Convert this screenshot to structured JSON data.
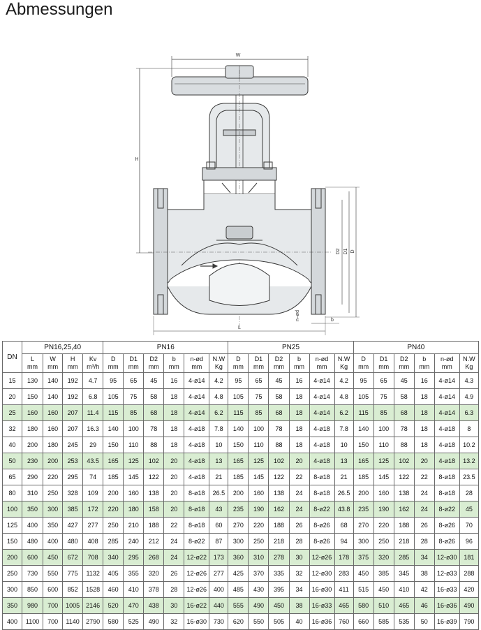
{
  "page": {
    "title": "Abmessungen"
  },
  "drawing": {
    "labels": {
      "w": "W",
      "h": "H",
      "d": "D",
      "d1": "D1",
      "d2": "D2",
      "l": "L",
      "b": "b",
      "nd": "n–ød"
    }
  },
  "table": {
    "dn_header": "DN",
    "groups": [
      "PN16,25,40",
      "PN16",
      "PN25",
      "PN40"
    ],
    "sub_headers": {
      "common": [
        {
          "name": "L",
          "unit": "mm"
        },
        {
          "name": "W",
          "unit": "mm"
        },
        {
          "name": "H",
          "unit": "mm"
        },
        {
          "name": "Kv",
          "unit": "m³/h"
        }
      ],
      "pn": [
        {
          "name": "D",
          "unit": "mm"
        },
        {
          "name": "D1",
          "unit": "mm"
        },
        {
          "name": "D2",
          "unit": "mm"
        },
        {
          "name": "b",
          "unit": "mm"
        },
        {
          "name": "n-ød",
          "unit": "mm"
        },
        {
          "name": "N.W",
          "unit": "Kg"
        }
      ]
    },
    "rows": [
      [
        "15",
        "130",
        "140",
        "192",
        "4.7",
        "95",
        "65",
        "45",
        "16",
        "4-ø14",
        "4.2",
        "95",
        "65",
        "45",
        "16",
        "4-ø14",
        "4.2",
        "95",
        "65",
        "45",
        "16",
        "4-ø14",
        "4.3"
      ],
      [
        "20",
        "150",
        "140",
        "192",
        "6.8",
        "105",
        "75",
        "58",
        "18",
        "4-ø14",
        "4.8",
        "105",
        "75",
        "58",
        "18",
        "4-ø14",
        "4.8",
        "105",
        "75",
        "58",
        "18",
        "4-ø14",
        "4.9"
      ],
      [
        "25",
        "160",
        "160",
        "207",
        "11.4",
        "115",
        "85",
        "68",
        "18",
        "4-ø14",
        "6.2",
        "115",
        "85",
        "68",
        "18",
        "4-ø14",
        "6.2",
        "115",
        "85",
        "68",
        "18",
        "4-ø14",
        "6.3"
      ],
      [
        "32",
        "180",
        "160",
        "207",
        "16.3",
        "140",
        "100",
        "78",
        "18",
        "4-ø18",
        "7.8",
        "140",
        "100",
        "78",
        "18",
        "4-ø18",
        "7.8",
        "140",
        "100",
        "78",
        "18",
        "4-ø18",
        "8"
      ],
      [
        "40",
        "200",
        "180",
        "245",
        "29",
        "150",
        "110",
        "88",
        "18",
        "4-ø18",
        "10",
        "150",
        "110",
        "88",
        "18",
        "4-ø18",
        "10",
        "150",
        "110",
        "88",
        "18",
        "4-ø18",
        "10.2"
      ],
      [
        "50",
        "230",
        "200",
        "253",
        "43.5",
        "165",
        "125",
        "102",
        "20",
        "4-ø18",
        "13",
        "165",
        "125",
        "102",
        "20",
        "4-ø18",
        "13",
        "165",
        "125",
        "102",
        "20",
        "4-ø18",
        "13.2"
      ],
      [
        "65",
        "290",
        "220",
        "295",
        "74",
        "185",
        "145",
        "122",
        "20",
        "4-ø18",
        "21",
        "185",
        "145",
        "122",
        "22",
        "8-ø18",
        "21",
        "185",
        "145",
        "122",
        "22",
        "8-ø18",
        "23.5"
      ],
      [
        "80",
        "310",
        "250",
        "328",
        "109",
        "200",
        "160",
        "138",
        "20",
        "8-ø18",
        "26.5",
        "200",
        "160",
        "138",
        "24",
        "8-ø18",
        "26.5",
        "200",
        "160",
        "138",
        "24",
        "8-ø18",
        "28"
      ],
      [
        "100",
        "350",
        "300",
        "385",
        "172",
        "220",
        "180",
        "158",
        "20",
        "8-ø18",
        "43",
        "235",
        "190",
        "162",
        "24",
        "8-ø22",
        "43.8",
        "235",
        "190",
        "162",
        "24",
        "8-ø22",
        "45"
      ],
      [
        "125",
        "400",
        "350",
        "427",
        "277",
        "250",
        "210",
        "188",
        "22",
        "8-ø18",
        "60",
        "270",
        "220",
        "188",
        "26",
        "8-ø26",
        "68",
        "270",
        "220",
        "188",
        "26",
        "8-ø26",
        "70"
      ],
      [
        "150",
        "480",
        "400",
        "480",
        "408",
        "285",
        "240",
        "212",
        "24",
        "8-ø22",
        "87",
        "300",
        "250",
        "218",
        "28",
        "8-ø26",
        "94",
        "300",
        "250",
        "218",
        "28",
        "8-ø26",
        "96"
      ],
      [
        "200",
        "600",
        "450",
        "672",
        "708",
        "340",
        "295",
        "268",
        "24",
        "12-ø22",
        "173",
        "360",
        "310",
        "278",
        "30",
        "12-ø26",
        "178",
        "375",
        "320",
        "285",
        "34",
        "12-ø30",
        "181"
      ],
      [
        "250",
        "730",
        "550",
        "775",
        "1132",
        "405",
        "355",
        "320",
        "26",
        "12-ø26",
        "277",
        "425",
        "370",
        "335",
        "32",
        "12-ø30",
        "283",
        "450",
        "385",
        "345",
        "38",
        "12-ø33",
        "288"
      ],
      [
        "300",
        "850",
        "600",
        "852",
        "1528",
        "460",
        "410",
        "378",
        "28",
        "12-ø26",
        "400",
        "485",
        "430",
        "395",
        "34",
        "16-ø30",
        "411",
        "515",
        "450",
        "410",
        "42",
        "16-ø33",
        "420"
      ],
      [
        "350",
        "980",
        "700",
        "1005",
        "2146",
        "520",
        "470",
        "438",
        "30",
        "16-ø22",
        "440",
        "555",
        "490",
        "450",
        "38",
        "16-ø33",
        "465",
        "580",
        "510",
        "465",
        "46",
        "16-ø36",
        "490"
      ],
      [
        "400",
        "1100",
        "700",
        "1140",
        "2790",
        "580",
        "525",
        "490",
        "32",
        "16-ø30",
        "730",
        "620",
        "550",
        "505",
        "40",
        "16-ø36",
        "760",
        "660",
        "585",
        "535",
        "50",
        "16-ø39",
        "790"
      ]
    ],
    "highlight_rows": [
      2,
      5,
      8,
      11,
      14
    ],
    "highlight_color": "#d9edd2"
  }
}
